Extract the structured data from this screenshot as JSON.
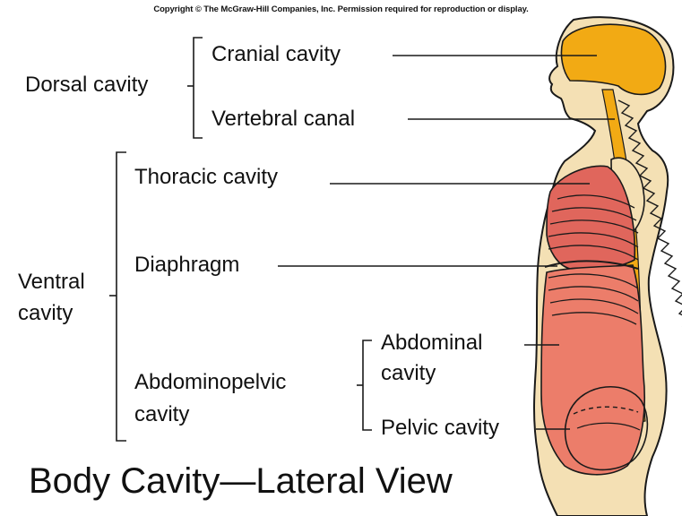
{
  "copyright": "Copyright © The McGraw-Hill Companies, Inc. Permission required for reproduction or display.",
  "title": "Body Cavity—Lateral View",
  "groups": {
    "dorsal": "Dorsal cavity",
    "ventral_line1": "Ventral",
    "ventral_line2": "cavity",
    "abdominopelvic_line1": "Abdominopelvic",
    "abdominopelvic_line2": "cavity"
  },
  "labels": {
    "cranial": "Cranial cavity",
    "vertebral": "Vertebral canal",
    "thoracic": "Thoracic cavity",
    "diaphragm": "Diaphragm",
    "abdominal_line1": "Abdominal",
    "abdominal_line2": "cavity",
    "pelvic": "Pelvic cavity"
  },
  "colors": {
    "body": "#f4e0b4",
    "dorsal_cavity": "#f2aa14",
    "thoracic_cavity": "#e0665c",
    "abdominopelvic_cavity": "#ec7d6a",
    "outline": "#1a1a1a"
  }
}
